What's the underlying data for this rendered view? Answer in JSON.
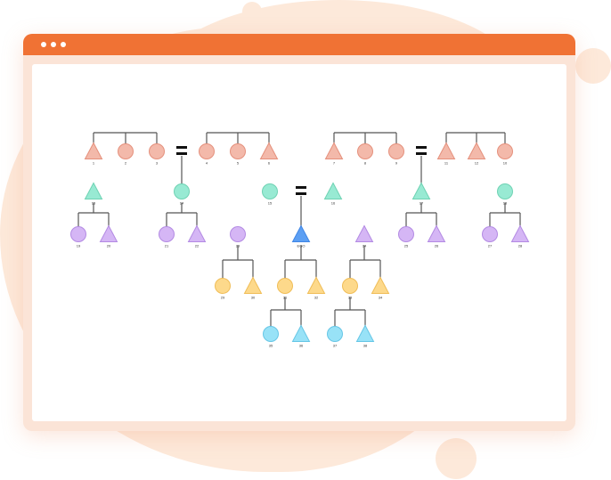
{
  "window": {
    "controls": [
      "close",
      "minimize",
      "maximize"
    ],
    "accent": "#f07234"
  },
  "palette": {
    "gen1": {
      "fill": "#f3b9aa",
      "stroke": "#e5907c"
    },
    "gen2": {
      "fill": "#98ead3",
      "stroke": "#6fd2b3"
    },
    "gen3": {
      "fill": "#d5b6f5",
      "stroke": "#b38ae3"
    },
    "ego": {
      "fill": "#5c9ff3",
      "stroke": "#3f86e6"
    },
    "gen4": {
      "fill": "#fdd98b",
      "stroke": "#f0bd57"
    },
    "gen5": {
      "fill": "#98e2f7",
      "stroke": "#66c6e6"
    }
  },
  "nodes": [
    {
      "id": "1",
      "label": "1",
      "shape": "triangle",
      "gen": "gen1"
    },
    {
      "id": "2",
      "label": "2",
      "shape": "circle",
      "gen": "gen1"
    },
    {
      "id": "3",
      "label": "3",
      "shape": "circle",
      "gen": "gen1"
    },
    {
      "id": "4",
      "label": "4",
      "shape": "circle",
      "gen": "gen1"
    },
    {
      "id": "5",
      "label": "5",
      "shape": "circle",
      "gen": "gen1"
    },
    {
      "id": "6",
      "label": "6",
      "shape": "triangle",
      "gen": "gen1"
    },
    {
      "id": "7",
      "label": "7",
      "shape": "triangle",
      "gen": "gen1"
    },
    {
      "id": "8",
      "label": "8",
      "shape": "circle",
      "gen": "gen1"
    },
    {
      "id": "9",
      "label": "9",
      "shape": "circle",
      "gen": "gen1"
    },
    {
      "id": "11",
      "label": "11",
      "shape": "triangle",
      "gen": "gen1"
    },
    {
      "id": "12",
      "label": "12",
      "shape": "triangle",
      "gen": "gen1"
    },
    {
      "id": "10",
      "label": "10",
      "shape": "circle",
      "gen": "gen1"
    },
    {
      "id": "13",
      "label": "13",
      "shape": "triangle",
      "gen": "gen2"
    },
    {
      "id": "14",
      "label": "14",
      "shape": "circle",
      "gen": "gen2"
    },
    {
      "id": "15",
      "label": "15",
      "shape": "circle",
      "gen": "gen2"
    },
    {
      "id": "16",
      "label": "16",
      "shape": "triangle",
      "gen": "gen2"
    },
    {
      "id": "17",
      "label": "17",
      "shape": "triangle",
      "gen": "gen2"
    },
    {
      "id": "18",
      "label": "18",
      "shape": "circle",
      "gen": "gen2"
    },
    {
      "id": "19",
      "label": "19",
      "shape": "circle",
      "gen": "gen3"
    },
    {
      "id": "20",
      "label": "20",
      "shape": "triangle",
      "gen": "gen3"
    },
    {
      "id": "21",
      "label": "21",
      "shape": "circle",
      "gen": "gen3"
    },
    {
      "id": "22",
      "label": "22",
      "shape": "triangle",
      "gen": "gen3"
    },
    {
      "id": "23",
      "label": "23",
      "shape": "circle",
      "gen": "gen3"
    },
    {
      "id": "ego",
      "label": "EGO",
      "shape": "triangle",
      "gen": "ego"
    },
    {
      "id": "24",
      "label": "24",
      "shape": "triangle",
      "gen": "gen3"
    },
    {
      "id": "25",
      "label": "25",
      "shape": "circle",
      "gen": "gen3"
    },
    {
      "id": "26",
      "label": "26",
      "shape": "triangle",
      "gen": "gen3"
    },
    {
      "id": "27",
      "label": "27",
      "shape": "circle",
      "gen": "gen3"
    },
    {
      "id": "28",
      "label": "28",
      "shape": "triangle",
      "gen": "gen3"
    },
    {
      "id": "29",
      "label": "29",
      "shape": "circle",
      "gen": "gen4"
    },
    {
      "id": "30",
      "label": "30",
      "shape": "triangle",
      "gen": "gen4"
    },
    {
      "id": "31",
      "label": "31",
      "shape": "circle",
      "gen": "gen4"
    },
    {
      "id": "32",
      "label": "32",
      "shape": "triangle",
      "gen": "gen4"
    },
    {
      "id": "33",
      "label": "33",
      "shape": "circle",
      "gen": "gen4"
    },
    {
      "id": "34",
      "label": "34",
      "shape": "triangle",
      "gen": "gen4"
    },
    {
      "id": "35",
      "label": "35",
      "shape": "circle",
      "gen": "gen5"
    },
    {
      "id": "36",
      "label": "36",
      "shape": "triangle",
      "gen": "gen5"
    },
    {
      "id": "37",
      "label": "37",
      "shape": "circle",
      "gen": "gen5"
    },
    {
      "id": "38",
      "label": "38",
      "shape": "triangle",
      "gen": "gen5"
    }
  ],
  "sibling_groups": [
    [
      "1",
      "2",
      "3"
    ],
    [
      "4",
      "5",
      "6"
    ],
    [
      "7",
      "8",
      "9"
    ],
    [
      "11",
      "12",
      "10"
    ]
  ],
  "marriages": [
    {
      "id": "m1",
      "between": [
        "3",
        "4"
      ],
      "child": "14"
    },
    {
      "id": "m2",
      "between": [
        "9",
        "11"
      ],
      "child": "17"
    },
    {
      "id": "m3",
      "between": [
        "15",
        "16"
      ],
      "child": "ego"
    }
  ],
  "families": [
    {
      "parent": "13",
      "children": [
        "19",
        "20"
      ]
    },
    {
      "parent": "14",
      "children": [
        "21",
        "22"
      ]
    },
    {
      "parent": "17",
      "children": [
        "25",
        "26"
      ]
    },
    {
      "parent": "18",
      "children": [
        "27",
        "28"
      ]
    },
    {
      "parent": "23",
      "children": [
        "29",
        "30"
      ]
    },
    {
      "parent": "ego",
      "children": [
        "31",
        "32"
      ]
    },
    {
      "parent": "24",
      "children": [
        "33",
        "34"
      ]
    },
    {
      "parent": "31",
      "children": [
        "35",
        "36"
      ]
    },
    {
      "parent": "33",
      "children": [
        "37",
        "38"
      ]
    }
  ]
}
